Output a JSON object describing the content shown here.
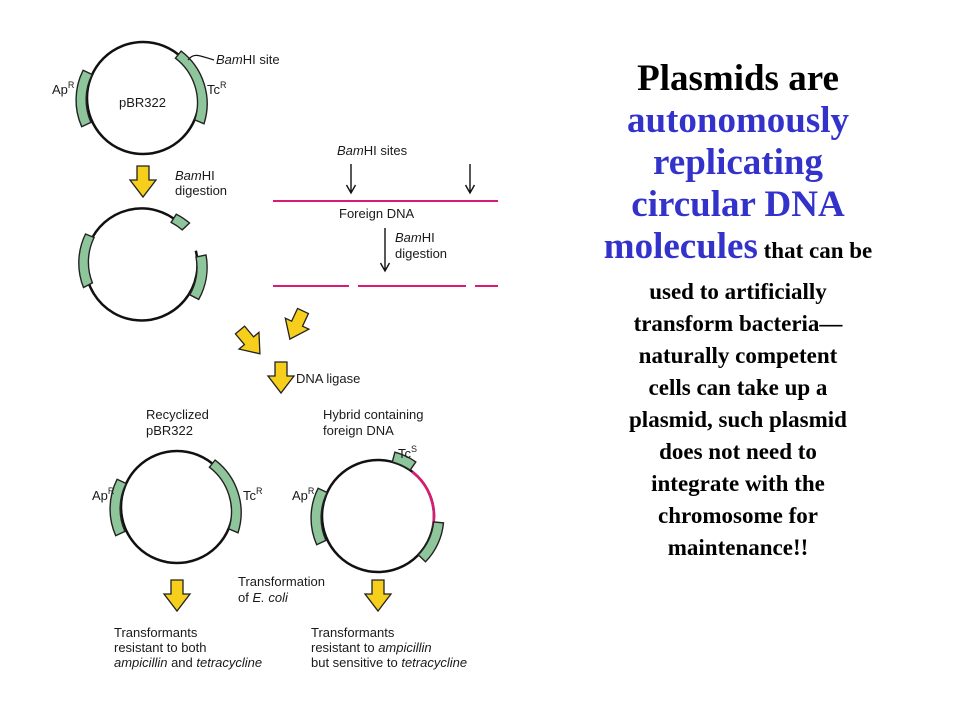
{
  "colors": {
    "plasmid_stroke": "#111111",
    "marker_fill": "#8fc59b",
    "marker_stroke": "#222222",
    "foreign_dna": "#d81b74",
    "arrow_fill": "#f6cf1c",
    "arrow_stroke": "#222222",
    "highlight_text": "#3333cc"
  },
  "diagram": {
    "pbr322": {
      "label": "pBR322",
      "ap_marker": {
        "gene": "Ap",
        "sup": "R"
      },
      "tc_marker": {
        "gene": "Tc",
        "sup": "R"
      },
      "bamhi_site": {
        "italic": "Bam",
        "rest": "HI site"
      }
    },
    "digestion_plasmid": {
      "italic": "Bam",
      "rest": "HI",
      "line2": "digestion"
    },
    "foreign": {
      "bamhi_sites": {
        "italic": "Bam",
        "rest": "HI sites"
      },
      "label": "Foreign DNA",
      "digestion": {
        "italic": "Bam",
        "rest": "HI",
        "line2": "digestion"
      }
    },
    "ligase": "DNA ligase",
    "recyclized": {
      "line1": "Recyclized",
      "line2": "pBR322",
      "ap_marker": {
        "gene": "Ap",
        "sup": "R"
      },
      "tc_marker": {
        "gene": "Tc",
        "sup": "R"
      }
    },
    "hybrid": {
      "line1": "Hybrid containing",
      "line2": "foreign DNA",
      "ap_marker": {
        "gene": "Ap",
        "sup": "R"
      },
      "tc_marker": {
        "gene": "Tc",
        "sup": "S"
      }
    },
    "transformation": {
      "line1": "Transformation",
      "line2_prefix": "of ",
      "line2_italic": "E. coli"
    },
    "result_left": {
      "line1": "Transformants",
      "line2": "resistant to both",
      "line3_italic_a": "ampicillin",
      "line3_mid": " and ",
      "line3_italic_b": "tetracycline"
    },
    "result_right": {
      "line1": "Transformants",
      "line2_prefix": "resistant to ",
      "line2_italic": "ampicillin",
      "line3_prefix": "but sensitive to ",
      "line3_italic": "tetracycline"
    }
  },
  "side_text": {
    "line1": "Plasmids are",
    "line2": "autonomously",
    "line3": "replicating",
    "line4": "circular DNA",
    "line5_large": "molecules",
    "line5_small": " that can be",
    "body_lines": [
      "used to artificially",
      "transform bacteria—",
      "naturally competent",
      "cells can take up a",
      "plasmid, such plasmid",
      "does not need to",
      "integrate with the",
      "chromosome for",
      "maintenance!!"
    ]
  }
}
